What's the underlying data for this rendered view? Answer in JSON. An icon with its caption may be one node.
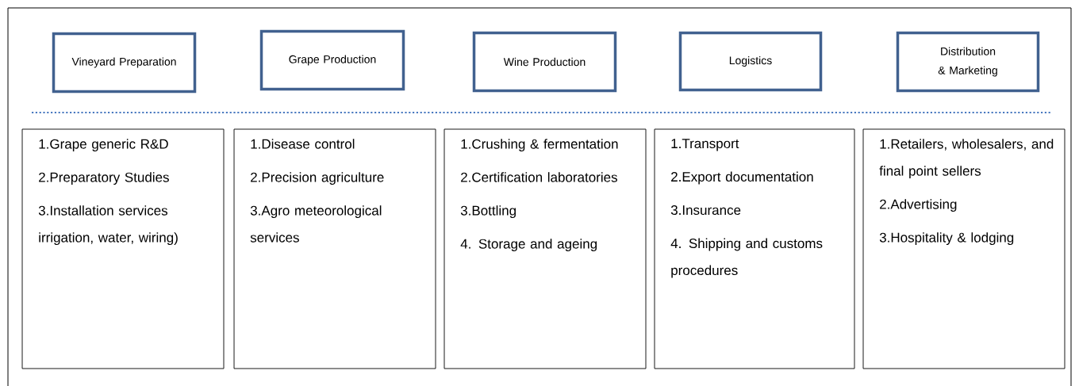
{
  "diagram": {
    "nodes": [
      {
        "text": [
          "Vineyard Preparation"
        ]
      },
      {
        "text": [
          "Grape Production"
        ]
      },
      {
        "text": [
          "Wine Production"
        ]
      },
      {
        "text": [
          "Logistics"
        ]
      },
      {
        "text": [
          "Distribution & Marketing"
        ]
      },
      {
        "text": [
          "1.Grape generic R&D",
          "2.Preparatory Studies",
          "3.Installation services irrigation, water, wiring)"
        ]
      },
      {
        "text": [
          "1.Disease control",
          "2.Precision agriculture",
          "3.Agro meteorological services"
        ]
      },
      {
        "text": [
          "1.Crushing & fermentation",
          "2.Certification laboratories",
          "3.Bottling",
          "4. Storage and ageing"
        ]
      },
      {
        "text": [
          "1.Transport",
          "2.Export documentation",
          "3.Insurance",
          "4. Shipping and customs procedures"
        ]
      },
      {
        "text": [
          "1.Retailers, wholesalers, and final point sellers",
          "2.Advertising",
          "3.Hospitality & lodging"
        ]
      }
    ]
  }
}
